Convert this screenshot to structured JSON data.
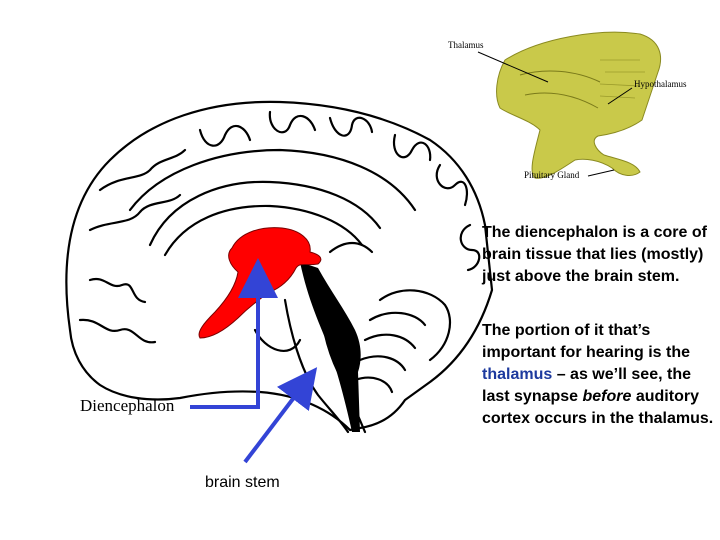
{
  "labels": {
    "diencephalon": "Diencephalon",
    "brain_stem": "brain stem",
    "inset_thalamus": "Thalamus",
    "inset_hypothalamus": "Hypothalamus",
    "inset_pituitary": "Pituitary Gland"
  },
  "text": {
    "para1": "The diencephalon is a core of brain tissue that lies (mostly) just above the brain stem.",
    "para2_a": "The portion of it that’s important for hearing is the ",
    "para2_highlight": "thalamus",
    "para2_b": " – as we’ll see, the last synapse ",
    "para2_italic": "before",
    "para2_c": " auditory cortex occurs in the thalamus."
  },
  "colors": {
    "diencephalon": "#ff0000",
    "inset_fill": "#c9c94a",
    "arrow": "#3344d6",
    "highlight": "#1d3a9e"
  }
}
